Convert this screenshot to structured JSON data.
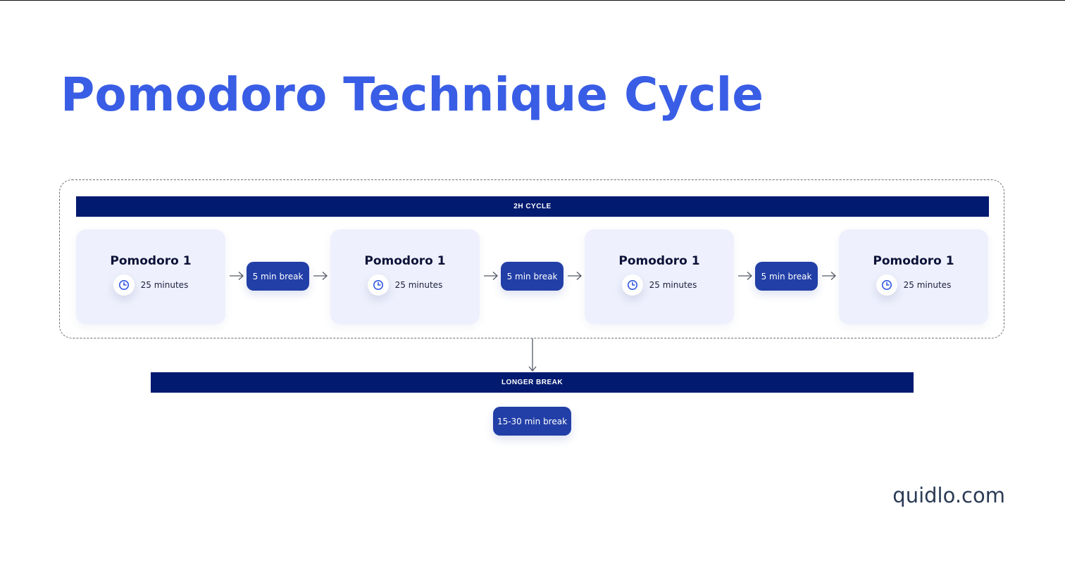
{
  "title": "Pomodoro Technique Cycle",
  "cycle": {
    "label": "2H CYCLE",
    "pomodoros": [
      {
        "title": "Pomodoro 1",
        "duration": "25 minutes",
        "icon": "clock-icon"
      },
      {
        "title": "Pomodoro 1",
        "duration": "25 minutes",
        "icon": "clock-icon"
      },
      {
        "title": "Pomodoro 1",
        "duration": "25 minutes",
        "icon": "clock-icon"
      },
      {
        "title": "Pomodoro 1",
        "duration": "25 minutes",
        "icon": "clock-icon"
      }
    ],
    "breaks": [
      {
        "label": "5 min break"
      },
      {
        "label": "5 min break"
      },
      {
        "label": "5 min break"
      }
    ]
  },
  "longer_break": {
    "label": "LONGER BREAK",
    "pill": "15-30 min break"
  },
  "brand": "quidlo.com",
  "colors": {
    "title": "#3a5de6",
    "band": "#021a6f",
    "pill": "#213fa6",
    "card": "#eef1fd",
    "clock_accent": "#2f55e0"
  }
}
